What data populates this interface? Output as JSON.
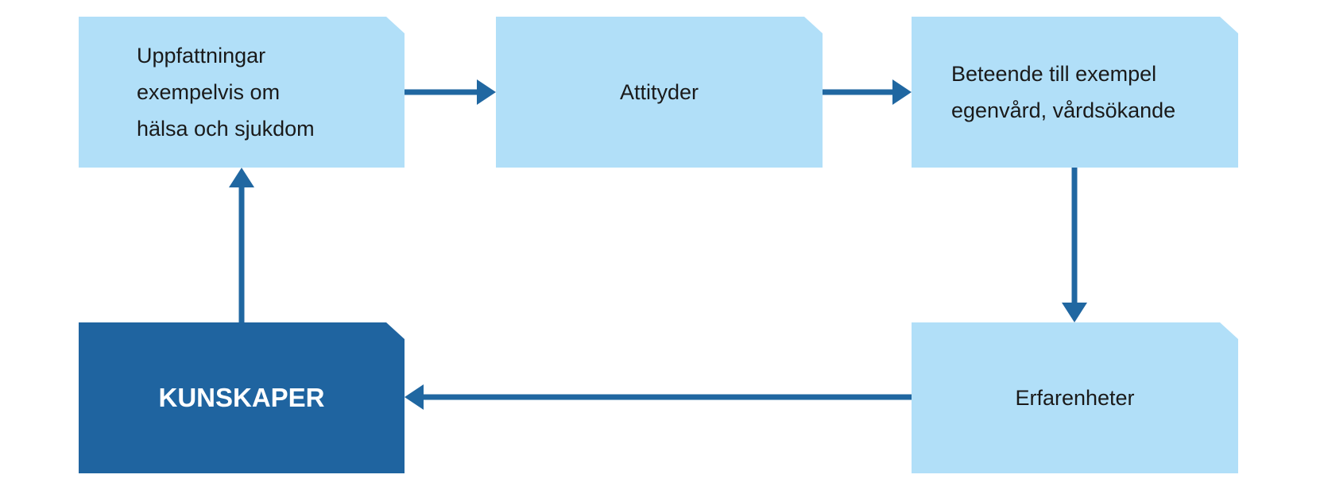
{
  "colors": {
    "light_box": "#b1dff8",
    "dark_box": "#1f64a0",
    "arrow": "#2067a1",
    "text": "#1a1a1a",
    "text_on_dark": "#ffffff"
  },
  "nodes": {
    "uppfattningar": {
      "lines": [
        "Uppfattningar",
        "exempelvis om",
        "hälsa och sjukdom"
      ]
    },
    "attityder": {
      "lines": [
        "Attityder"
      ]
    },
    "beteende": {
      "lines": [
        "Beteende till exempel",
        "egenvård, vårdsökande"
      ]
    },
    "erfarenheter": {
      "lines": [
        "Erfarenheter"
      ]
    },
    "kunskaper": {
      "lines": [
        "KUNSKAPER"
      ]
    }
  },
  "edges": [
    {
      "from": "uppfattningar",
      "to": "attityder"
    },
    {
      "from": "attityder",
      "to": "beteende"
    },
    {
      "from": "beteende",
      "to": "erfarenheter"
    },
    {
      "from": "erfarenheter",
      "to": "kunskaper"
    },
    {
      "from": "kunskaper",
      "to": "uppfattningar"
    }
  ]
}
